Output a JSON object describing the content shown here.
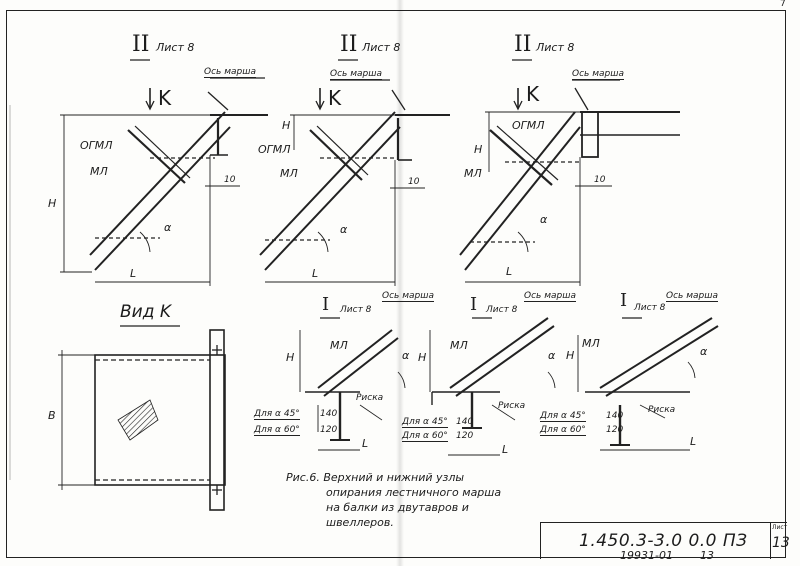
{
  "upper_nodes": [
    {
      "sheet_ref": "II",
      "sheet_label": "Лист 8",
      "view_mark": "K",
      "axis_label": "Ось марша",
      "ogml": "ОГМЛ",
      "ml": "МЛ",
      "angle": "α",
      "dim_h": "H",
      "dim_l": "L",
      "gap": "10"
    },
    {
      "sheet_ref": "II",
      "sheet_label": "Лист 8",
      "view_mark": "K",
      "axis_label": "Ось марша",
      "ogml": "ОГМЛ",
      "ml": "МЛ",
      "angle": "α",
      "dim_h": "H",
      "dim_l": "L",
      "gap": "10"
    },
    {
      "sheet_ref": "II",
      "sheet_label": "Лист 8",
      "view_mark": "K",
      "axis_label": "Ось марша",
      "ogml": "ОГМЛ",
      "ml": "МЛ",
      "angle": "α",
      "dim_h": "H",
      "dim_l": "L",
      "gap": "10"
    }
  ],
  "view_k": {
    "title": "Вид K",
    "dim_b": "В"
  },
  "lower_nodes": [
    {
      "sheet_ref": "I",
      "sheet_label": "Лист 8",
      "axis_label": "Ось марша",
      "ml": "МЛ",
      "angle": "α",
      "dim_h": "H",
      "dim_l": "L",
      "risk": "Риска",
      "row1_label": "Для α 45°",
      "row1_value": "140",
      "row2_label": "Для α 60°",
      "row2_value": "120"
    },
    {
      "sheet_ref": "I",
      "sheet_label": "Лист 8",
      "axis_label": "Ось марша",
      "ml": "МЛ",
      "angle": "α",
      "dim_h": "H",
      "dim_l": "L",
      "risk": "Риска",
      "row1_label": "Для α 45°",
      "row1_value": "140",
      "row2_label": "Для α 60°",
      "row2_value": "120"
    },
    {
      "sheet_ref": "I",
      "sheet_label": "Лист 8",
      "axis_label": "Ось марша",
      "ml": "МЛ",
      "angle": "α",
      "dim_h": "H",
      "dim_l": "L",
      "risk": "Риска",
      "row1_label": "Для α 45°",
      "row1_value": "140",
      "row2_label": "Для α 60°",
      "row2_value": "120"
    }
  ],
  "caption": {
    "line1": "Рис.6. Верхний и нижний узлы",
    "line2": "опирания лестничного марша",
    "line3": "на балки из двутавров и",
    "line4": "швеллеров."
  },
  "title_block": {
    "code": "1.450.3-3.0 0.0 ПЗ",
    "sheet_label": "Лист",
    "sheet_no": "13"
  },
  "bottom_note": {
    "inventory": "19931-01",
    "page": "13"
  },
  "corner_mark": "7"
}
